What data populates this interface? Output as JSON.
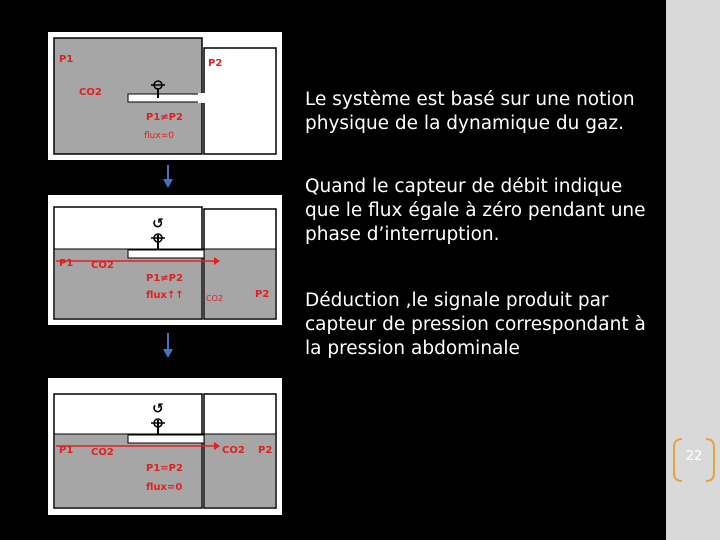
{
  "slide": {
    "paragraphs": [
      "Le système est basé sur une notion physique  de la dynamique du gaz.",
      "Quand le capteur de débit indique que le flux égale à zéro pendant une phase d’interruption.",
      "Déduction ,le signale produit par capteur de pression correspondant à la pression abdominale"
    ],
    "page_number": "22"
  },
  "diagram1": {
    "p1": "P1",
    "p2": "P2",
    "co2": "CO2",
    "relation": "P1≠P2",
    "flux": "flux=0"
  },
  "diagram2": {
    "p1": "P1",
    "p2": "P2",
    "co2_left": "CO2",
    "co2_right": "CO2",
    "relation": "P1≠P2",
    "flux": "flux↑↑"
  },
  "diagram3": {
    "p1": "P1",
    "p2": "P2",
    "co2_left": "CO2",
    "co2_right": "CO2",
    "relation": "P1=P2",
    "flux": "flux=0"
  },
  "colors": {
    "accent_red": "#e02020",
    "fill_gray": "#a6a6a6",
    "arrow_blue": "#4472c4",
    "page_orange": "#e8a33d",
    "sidebar": "#d9d9d9"
  }
}
